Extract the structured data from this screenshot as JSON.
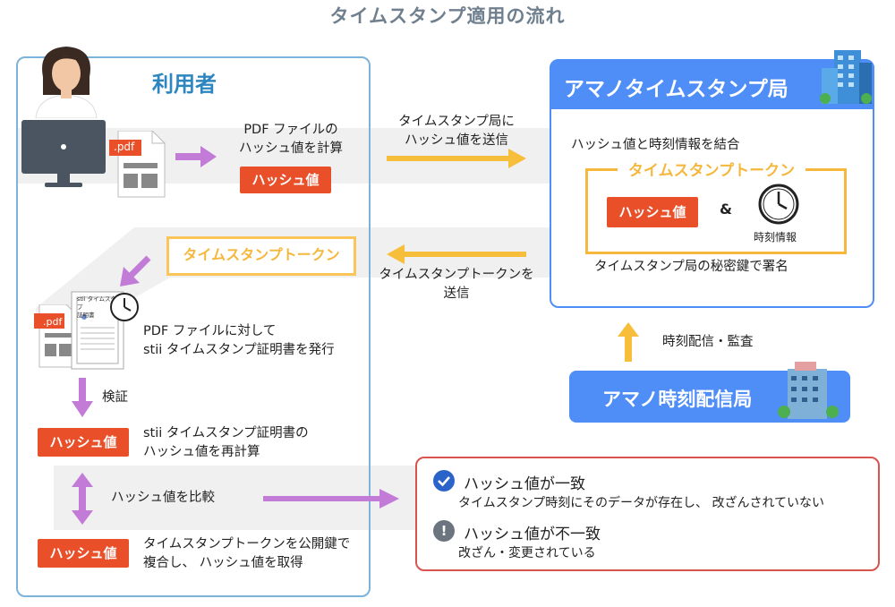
{
  "title": "タイムスタンプ適用の流れ",
  "user": {
    "title": "利用者",
    "pdf_label": ".pdf",
    "calc_text_1": "PDF ファイルの",
    "calc_text_2": "ハッシュ値を計算",
    "hash_label": "ハッシュ値",
    "token_label": "タイムスタンプトークン",
    "cert_title_1": "stii タイムスタンプ",
    "cert_title_2": "証明書",
    "issue_text_1": "PDF ファイルに対して",
    "issue_text_2": "stii タイムスタンプ証明書を発行",
    "verify_label": "検証",
    "recalc_text_1": "stii タイムスタンプ証明書の",
    "recalc_text_2": "ハッシュ値を再計算",
    "compare_label": "ハッシュ値を比較",
    "decrypt_text_1": "タイムスタンプトークンを公開鍵で",
    "decrypt_text_2": "複合し、 ハッシュ値を取得"
  },
  "flow": {
    "send_text_1": "タイムスタンプ局に",
    "send_text_2": "ハッシュ値を送信",
    "return_text_1": "タイムスタンプトークンを",
    "return_text_2": "送信",
    "deliver_text": "時刻配信・監査"
  },
  "agency": {
    "title": "アマノタイムスタンプ局",
    "combine_text": "ハッシュ値と時刻情報を結合",
    "token_label": "タイムスタンプトークン",
    "hash_label": "ハッシュ値",
    "ampersand": "&",
    "time_info": "時刻情報",
    "sign_text": "タイムスタンプ局の秘密鍵で署名"
  },
  "time_distribution": {
    "title": "アマノ時刻配信局"
  },
  "results": {
    "match_title": "ハッシュ値が一致",
    "match_sub": "タイムスタンプ時刻にそのデータが存在し、 改ざんされていない",
    "match_icon": "check-icon",
    "mismatch_title": "ハッシュ値が不一致",
    "mismatch_sub": "改ざん・変更されている",
    "mismatch_icon": "exclamation-icon",
    "mismatch_glyph": "!"
  },
  "colors": {
    "hash_red": "#e9502a",
    "token_yellow": "#f5b73c",
    "agency_blue": "#4f8ef7",
    "user_border": "#7db3d8",
    "arrow_purple": "#c27bd6",
    "arrow_yellow": "#f7be3c",
    "match_blue": "#2b64c8",
    "mismatch_gray": "#6c7480",
    "result_border": "#d9534f"
  }
}
